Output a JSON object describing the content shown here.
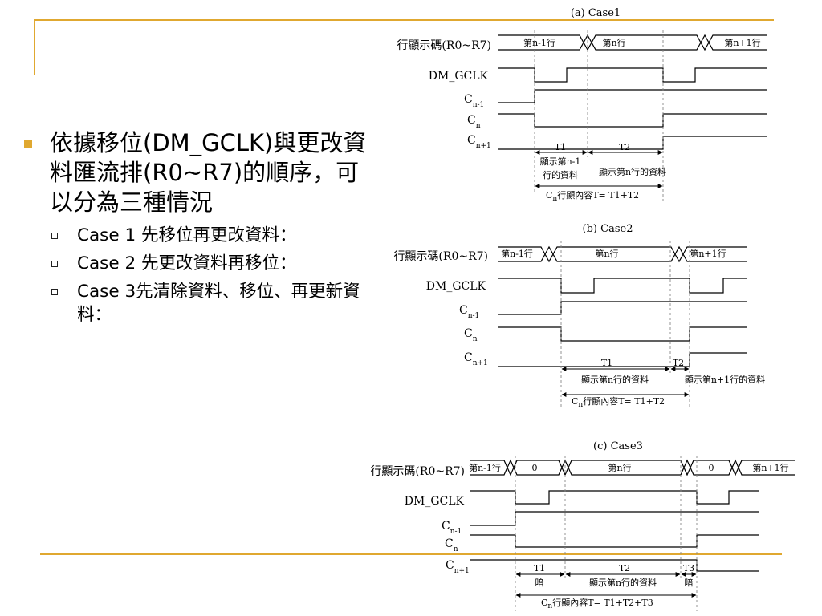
{
  "bullets": {
    "main": "依據移位(DM_GCLK)與更改資料匯流排(R0~R7)的順序，可以分為三種情況",
    "sub": [
      "Case 1 先移位再更改資料：",
      "Case 2 先更改資料再移位：",
      "Case 3先清除資料、移位、再更新資料："
    ]
  },
  "diagrams": {
    "case1": {
      "title": "(a) Case1",
      "bus_label": "行顯示碼(R0~R7)",
      "clk_label": "DM_GCLK",
      "bus": [
        "第n-1行",
        "第n行",
        "第n+1行"
      ],
      "t1": "T1",
      "t2": "T2",
      "desc1a": "顯示第n-1",
      "desc1b": "行的資料",
      "desc2": "顯示第n行的資料",
      "total": "行顯內容T= T1+T2"
    },
    "case2": {
      "title": "(b) Case2",
      "bus_label": "行顯示碼(R0~R7)",
      "clk_label": "DM_GCLK",
      "bus": [
        "第n-1行",
        "第n行",
        "第n+1行"
      ],
      "t1": "T1",
      "t2": "T2",
      "desc1": "顯示第n行的資料",
      "desc2": "顯示第n+1行的資料",
      "total": "行顯內容T= T1+T2"
    },
    "case3": {
      "title": "(c) Case3",
      "bus_label": "行顯示碼(R0~R7)",
      "clk_label": "DM_GCLK",
      "bus": [
        "第n-1行",
        "0",
        "第n行",
        "0",
        "第n+1行"
      ],
      "t1": "T1",
      "t2": "T2",
      "t3": "T3",
      "dark": "暗",
      "desc2": "顯示第n行的資料",
      "total": "行顯內容T= T1+T2+T3"
    },
    "row_c": "C",
    "sub_prev": "n-1",
    "sub_cur": "n",
    "sub_next": "n+1"
  },
  "colors": {
    "accent": "#e0a830"
  }
}
